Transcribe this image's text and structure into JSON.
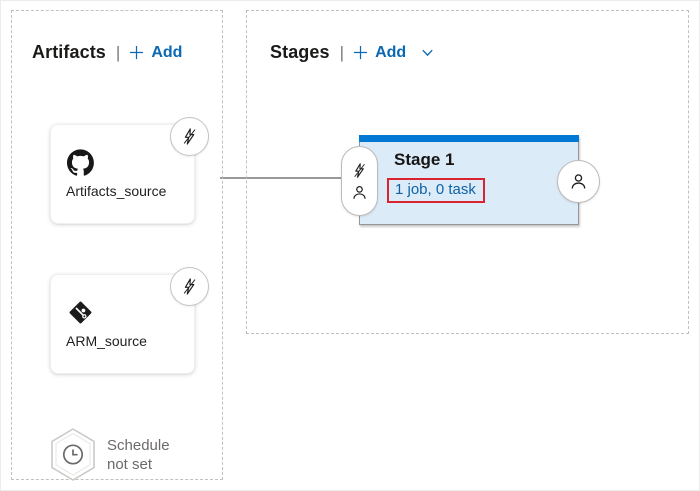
{
  "artifacts_panel": {
    "title": "Artifacts",
    "separator": "|",
    "add_label": "Add",
    "cards": [
      {
        "name": "Artifacts_source",
        "icon": "github-icon",
        "badge_icon": "trigger-disabled-icon"
      },
      {
        "name": "ARM_source",
        "icon": "git-icon",
        "badge_icon": "trigger-disabled-icon"
      }
    ],
    "schedule_label": "Schedule not set",
    "schedule_icon": "clock-icon"
  },
  "stages_panel": {
    "title": "Stages",
    "separator": "|",
    "add_label": "Add",
    "add_chevron_icon": "chevron-down-icon",
    "stage": {
      "name": "Stage 1",
      "summary": "1 job, 0 task",
      "pre_deploy_icons": [
        "trigger-disabled-icon",
        "person-icon"
      ],
      "post_deploy_icon": "person-icon"
    }
  },
  "colors": {
    "accent_blue": "#0b69b4",
    "stage_bar_blue": "#0078d4",
    "stage_body_blue": "#dcebf8",
    "summary_link_blue": "#0f62a5",
    "highlight_red": "#d9232e",
    "muted_gray": "#6c6a68",
    "dashed_border": "#c2c0be"
  }
}
